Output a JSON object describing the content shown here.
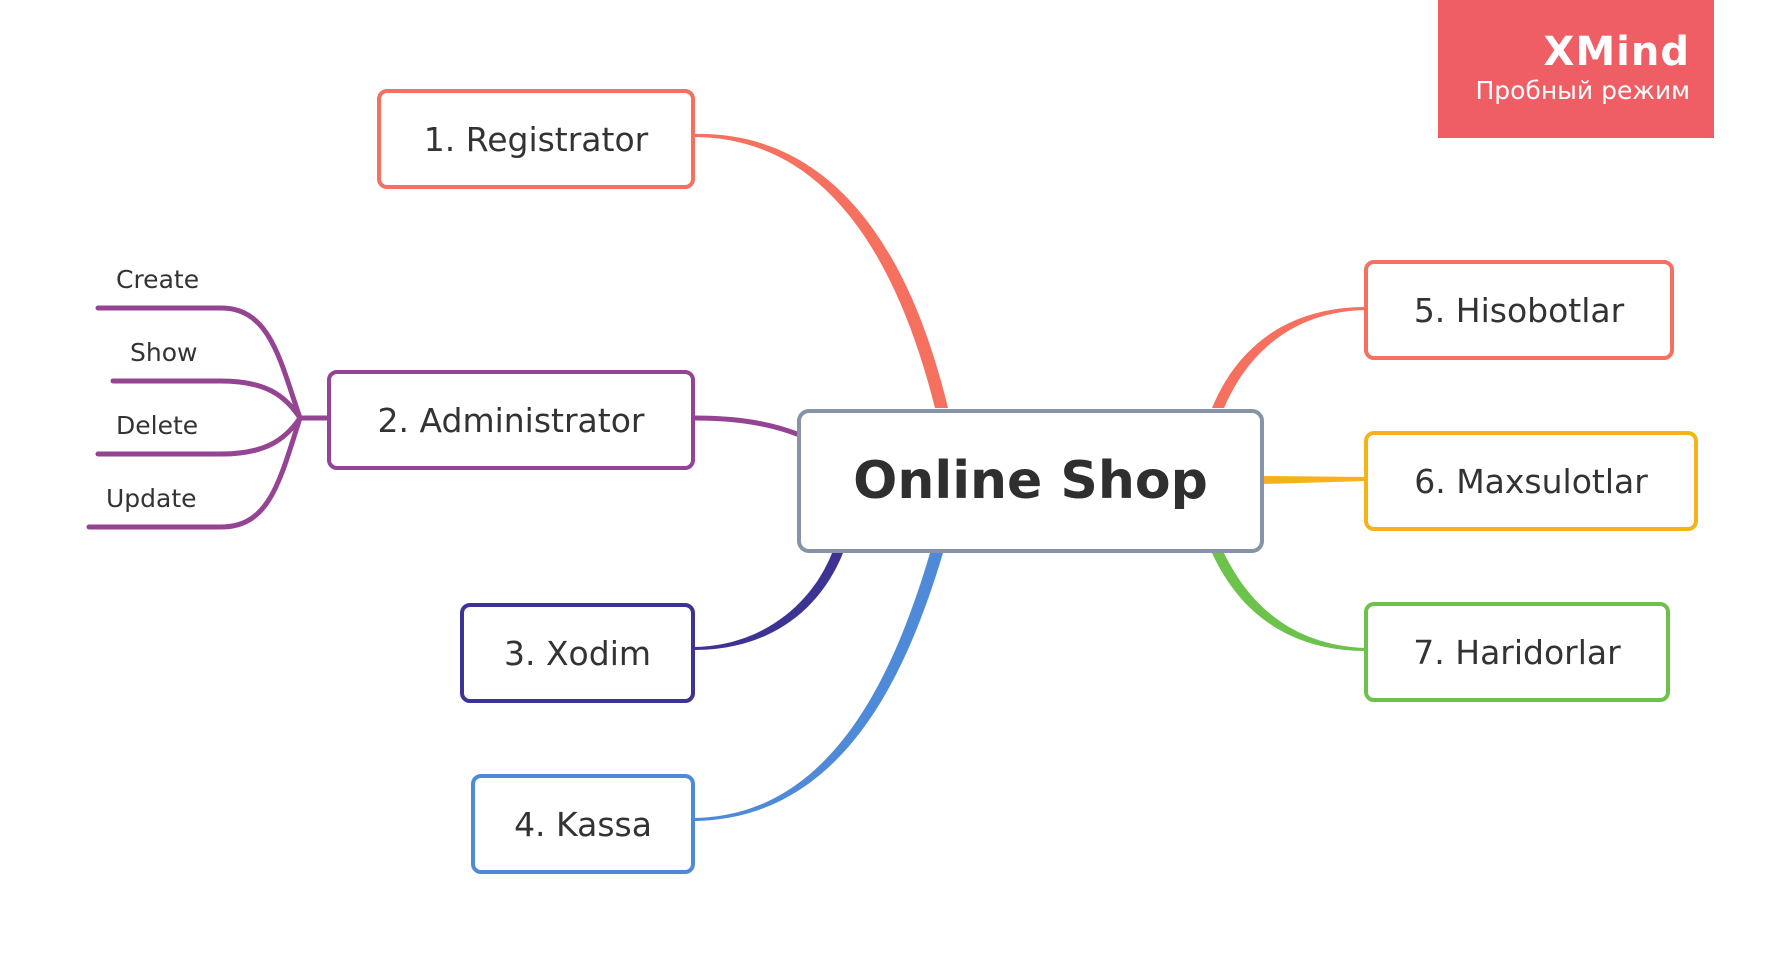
{
  "watermark": {
    "brand": "XMind",
    "mode": "Пробный режим"
  },
  "central": {
    "label": "Online Shop",
    "color": "#8793a8"
  },
  "topics": [
    {
      "id": "registrator",
      "label": "1. Registrator",
      "color": "#f5705f"
    },
    {
      "id": "administrator",
      "label": "2. Administrator",
      "color": "#954393"
    },
    {
      "id": "xodim",
      "label": "3. Xodim",
      "color": "#3d3393"
    },
    {
      "id": "kassa",
      "label": "4. Kassa",
      "color": "#4f8ad9"
    },
    {
      "id": "hisobotlar",
      "label": "5. Hisobotlar",
      "color": "#f5705f"
    },
    {
      "id": "maxsulotlar",
      "label": "6. Maxsulotlar",
      "color": "#f5b31a"
    },
    {
      "id": "haridorlar",
      "label": "7. Haridorlar",
      "color": "#6cc24a"
    }
  ],
  "administrator_subtopics": [
    "Create",
    "Show",
    "Delete",
    "Update"
  ]
}
